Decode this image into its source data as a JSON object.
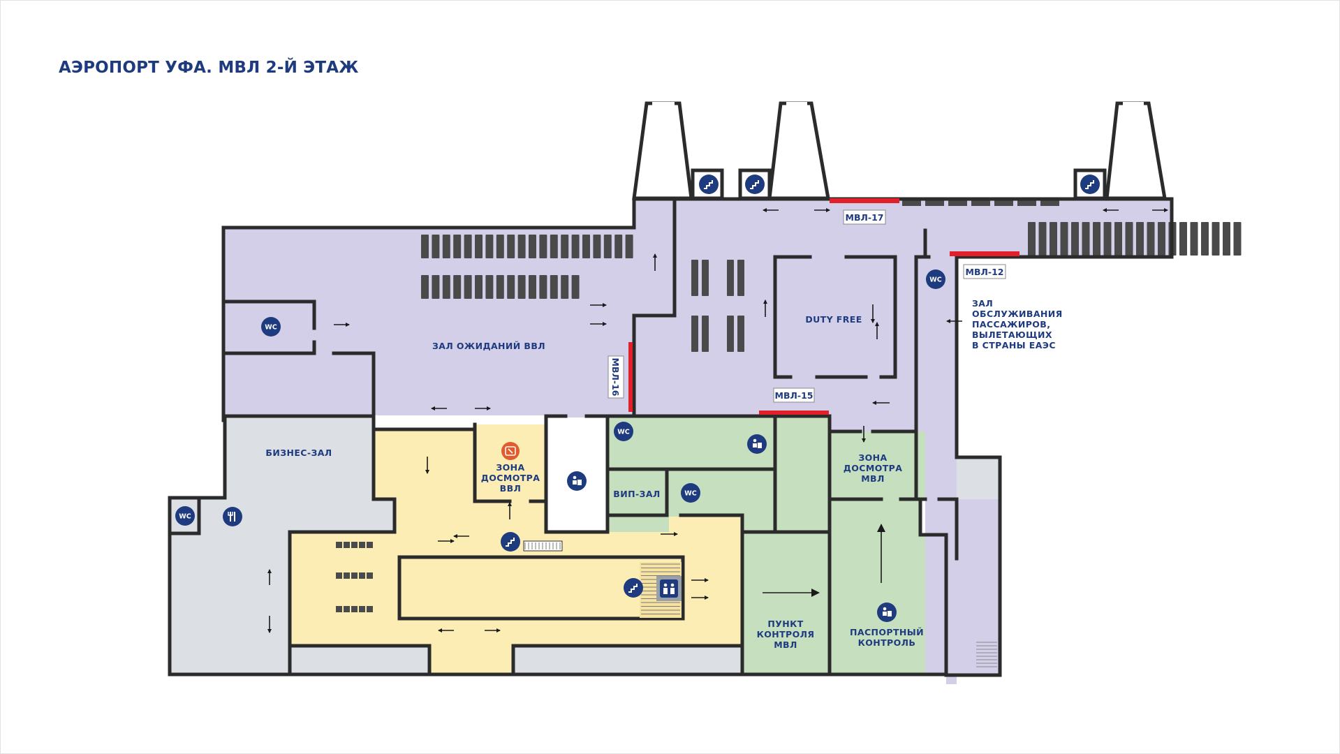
{
  "title": "АЭРОПОРТ УФА. МВЛ 2-Й ЭТАЖ",
  "zones": {
    "waiting_hall": "ЗАЛ ОЖИДАНИЙ ВВЛ",
    "business_hall": "БИЗНЕС-ЗАЛ",
    "duty_free": "DUTY FREE",
    "vip_hall": "ВИП-ЗАЛ",
    "security_domestic": [
      "ЗОНА",
      "ДОСМОТРА",
      "ВВЛ"
    ],
    "security_international": [
      "ЗОНА",
      "ДОСМОТРА",
      "МВЛ"
    ],
    "control_point": [
      "ПУНКТ",
      "КОНТРОЛЯ",
      "МВЛ"
    ],
    "passport_control": [
      "ПАСПОРТНЫЙ",
      "КОНТРОЛЬ"
    ],
    "eaeu_hall": [
      "ЗАЛ",
      "ОБСЛУЖИВАНИЯ",
      "ПАССАЖИРОВ,",
      "ВЫЛЕТАЮЩИХ",
      "В СТРАНЫ ЕАЭС"
    ]
  },
  "gates": {
    "g17": "МВЛ-17",
    "g12": "МВЛ-12",
    "g16": "МВЛ-16",
    "g15": "МВЛ-15"
  },
  "icons": {
    "wc_text": "WC",
    "wc": "wc-icon",
    "stairs": "stairs-icon",
    "info": "info-desk-icon",
    "restaurant": "restaurant-icon",
    "elevator": "elevator-icon",
    "security": "security-scan-icon"
  },
  "colors": {
    "domestic_zone": "#d3cfe8",
    "business_zone": "#dce0e4",
    "transit_zone": "#fcedb5",
    "international_zone": "#c6e0bf",
    "wall": "#2b2b2b",
    "gate_marker": "#e0202a",
    "label": "#1f3b80",
    "security_icon": "#e35a2d"
  }
}
